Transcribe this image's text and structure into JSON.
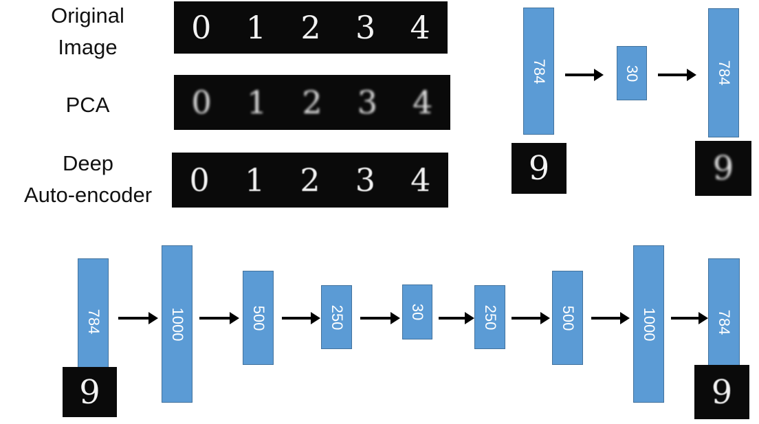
{
  "comparison": {
    "rows": [
      {
        "label_lines": [
          "Original",
          "Image"
        ],
        "digits": [
          "0",
          "1",
          "2",
          "3",
          "4"
        ],
        "style": "sharp"
      },
      {
        "label_lines": [
          "PCA"
        ],
        "digits": [
          "0",
          "1",
          "2",
          "3",
          "4"
        ],
        "style": "blurred"
      },
      {
        "label_lines": [
          "Deep",
          "Auto-encoder"
        ],
        "digits": [
          "0",
          "1",
          "2",
          "3",
          "4"
        ],
        "style": "soft"
      }
    ]
  },
  "shallow": {
    "layers": [
      "784",
      "30",
      "784"
    ],
    "input_digit": "9",
    "output_digit": "9"
  },
  "deep": {
    "layers": [
      "784",
      "1000",
      "500",
      "250",
      "30",
      "250",
      "500",
      "1000",
      "784"
    ],
    "input_digit": "9",
    "output_digit": "9"
  },
  "colors": {
    "layer_fill": "#5b9bd5",
    "layer_border": "#41719c",
    "arrow": "#000000",
    "image_bg": "#0a0a0a"
  }
}
